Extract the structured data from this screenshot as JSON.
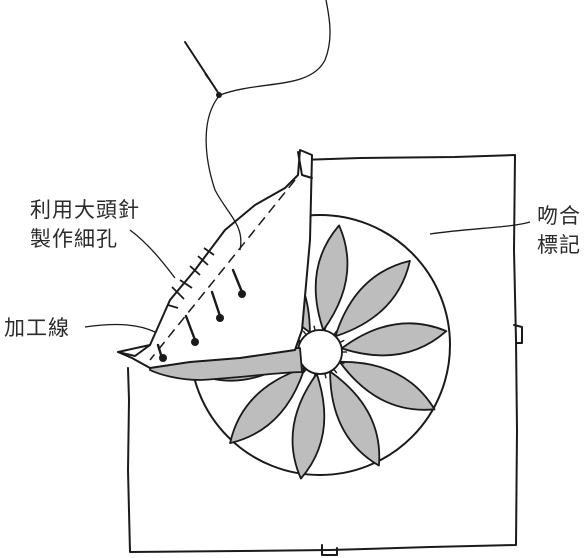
{
  "labels": {
    "pins_line1": "利用大頭針",
    "pins_line2": "製作細孔",
    "finishing_line": "加工線",
    "notch_line1": "吻合",
    "notch_line2": "標記"
  },
  "colors": {
    "ink": "#1a1a1a",
    "petal_fill": "#bdbdbd",
    "background": "#ffffff",
    "label_text": "#2b2b2b"
  },
  "petal_count": 10
}
